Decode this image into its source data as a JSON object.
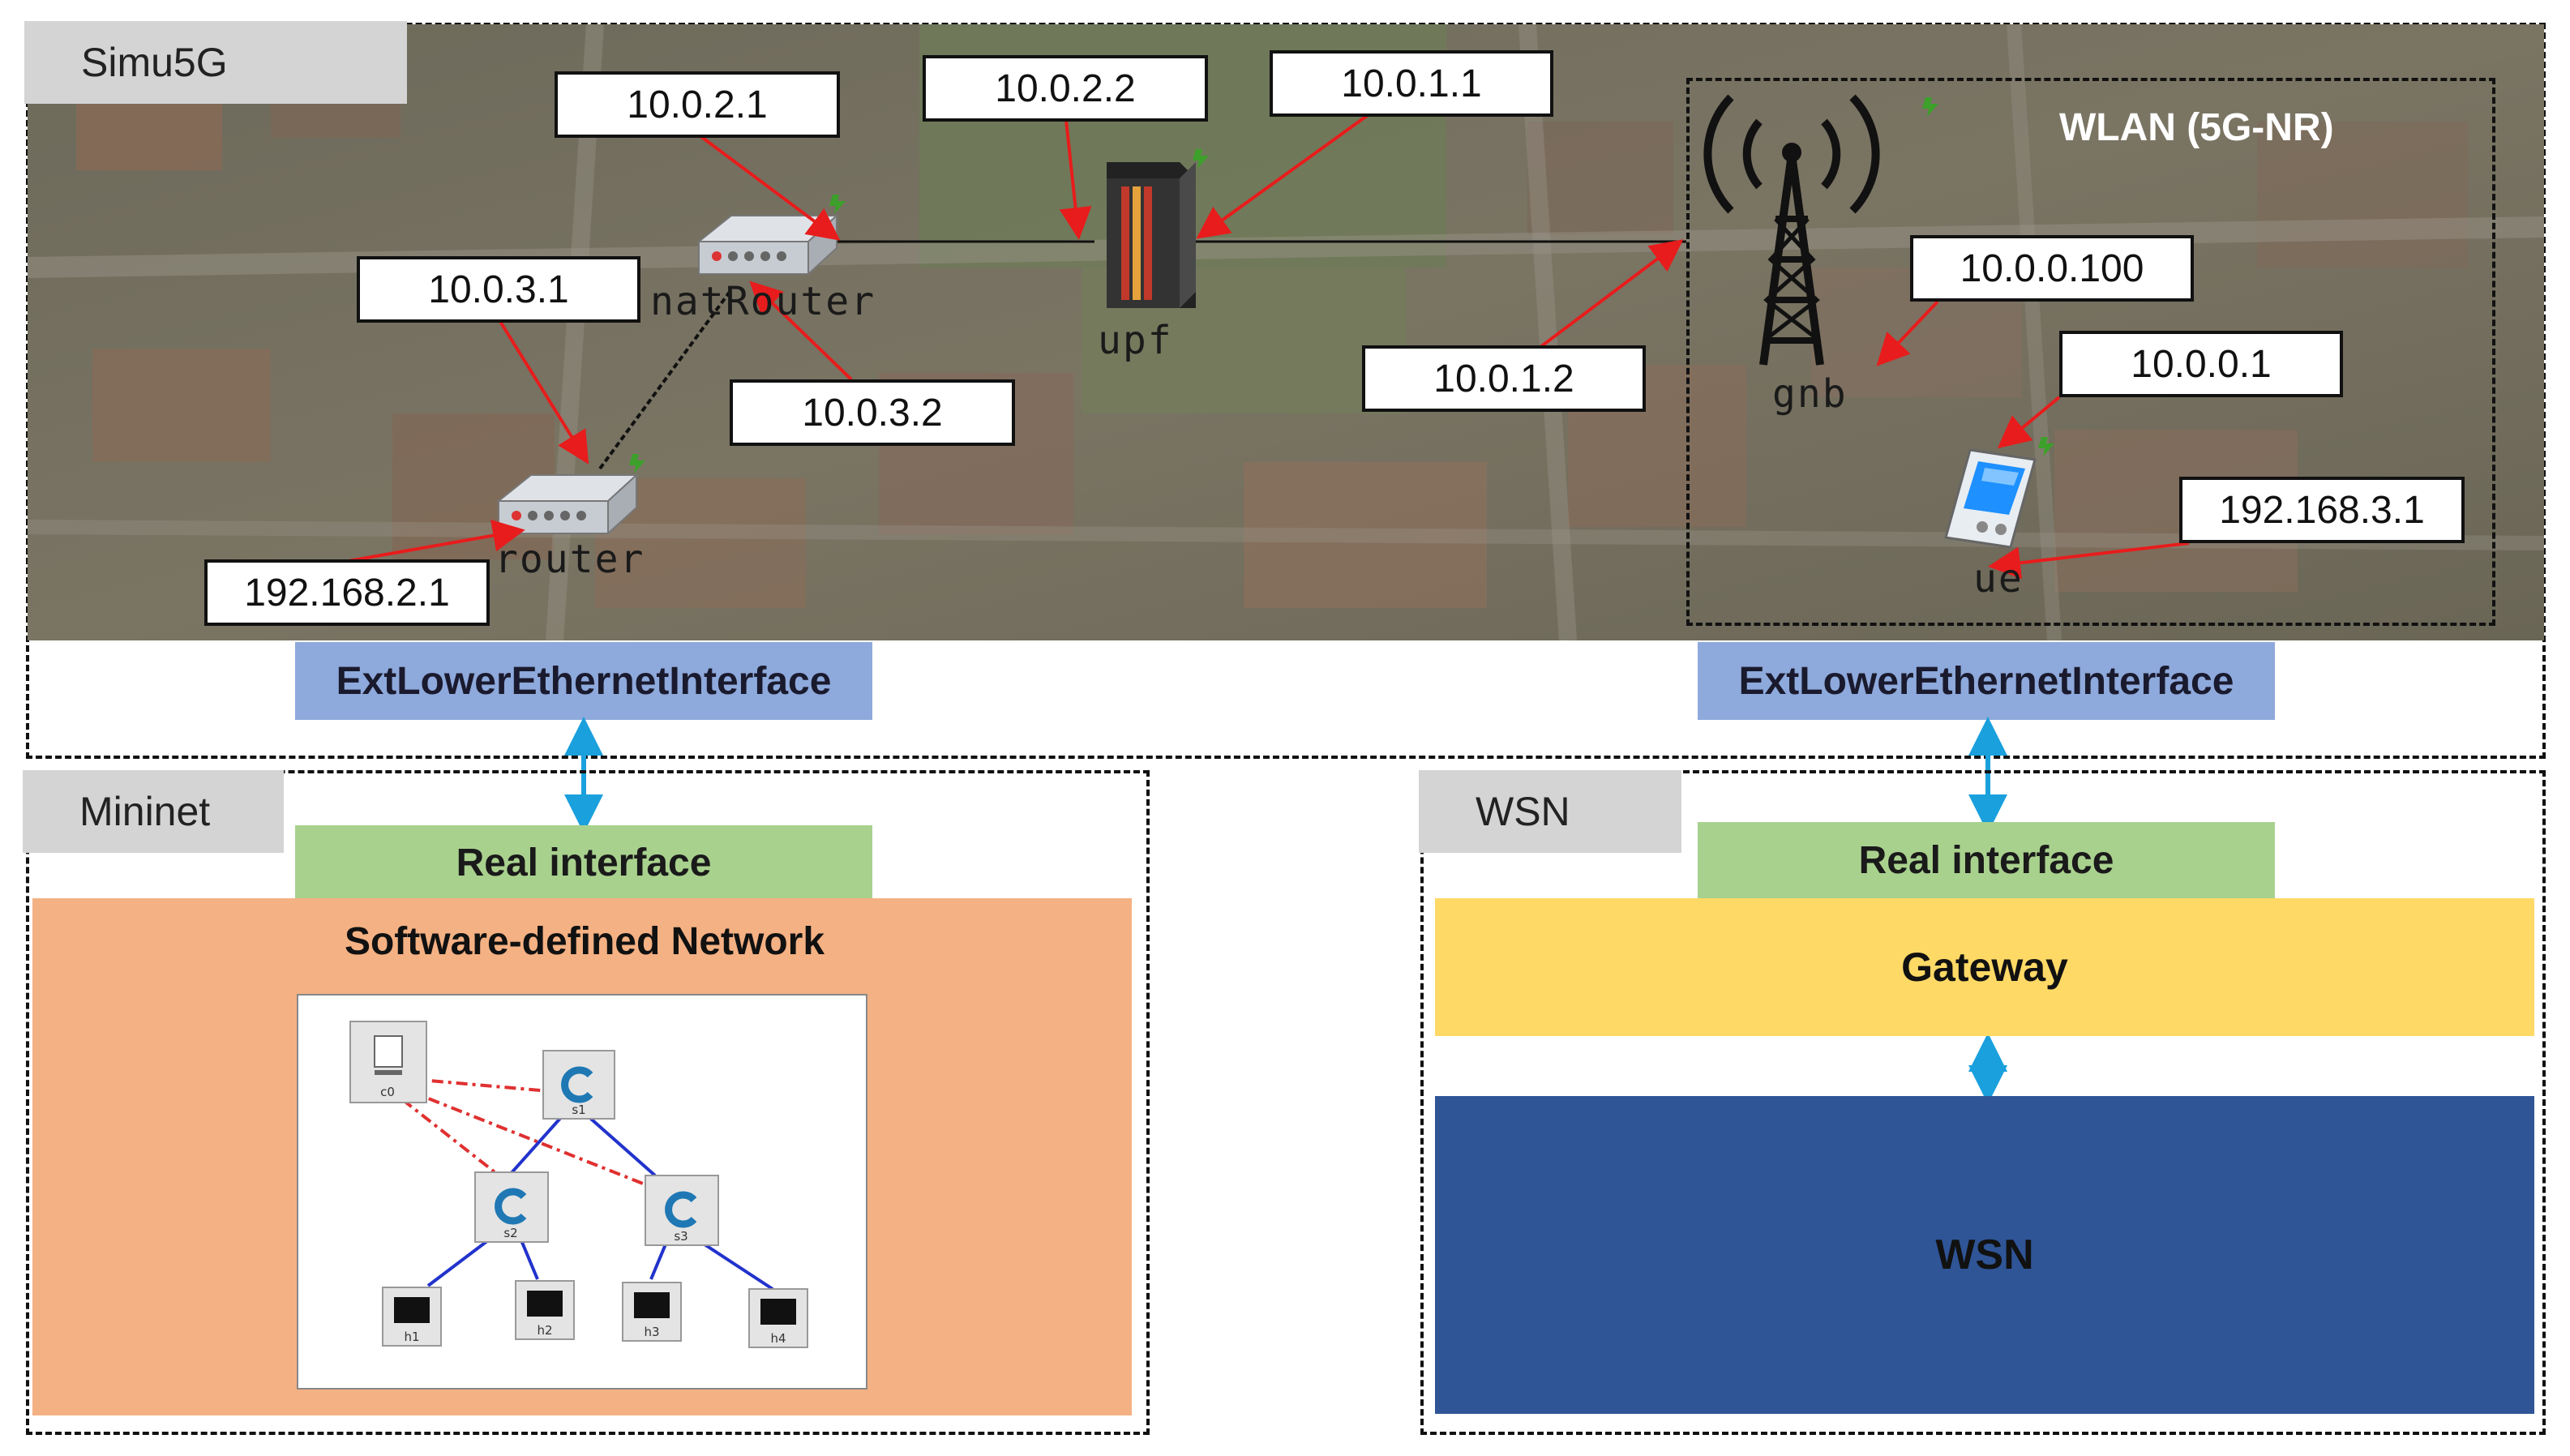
{
  "simu5g": {
    "title": "Simu5G",
    "wlan_title": "WLAN (5G-NR)",
    "devices": {
      "nat_router": "natRouter",
      "upf": "upf",
      "router": "router",
      "gnb": "gnb",
      "ue": "ue"
    },
    "ip_labels": {
      "ip_10_0_2_1": "10.0.2.1",
      "ip_10_0_2_2": "10.0.2.2",
      "ip_10_0_1_1": "10.0.1.1",
      "ip_10_0_3_1": "10.0.3.1",
      "ip_10_0_3_2": "10.0.3.2",
      "ip_10_0_1_2": "10.0.1.2",
      "ip_10_0_0_100": "10.0.0.100",
      "ip_10_0_0_1": "10.0.0.1",
      "ip_192_168_3_1": "192.168.3.1",
      "ip_192_168_2_1": "192.168.2.1"
    },
    "ext_iface_left": "ExtLowerEthernetInterface",
    "ext_iface_right": "ExtLowerEthernetInterface"
  },
  "mininet": {
    "title": "Mininet",
    "real_interface": "Real interface",
    "sdn_title": "Software-defined Network",
    "nodes": {
      "c0": "c0",
      "s1": "s1",
      "s2": "s2",
      "s3": "s3",
      "h1": "h1",
      "h2": "h2",
      "h3": "h3",
      "h4": "h4"
    }
  },
  "wsn": {
    "title": "WSN",
    "real_interface": "Real interface",
    "gateway": "Gateway",
    "wsn_block": "WSN"
  },
  "colors": {
    "map_bg": "#6f6b5a",
    "ext_iface": "#8ea9db",
    "real_iface": "#a9d18e",
    "sdn_bg": "#f4b183",
    "gateway": "#ffd966",
    "wsn_block": "#2f5597",
    "arrow_red": "#e81c1c",
    "arrow_blue": "#1aa0dc"
  }
}
